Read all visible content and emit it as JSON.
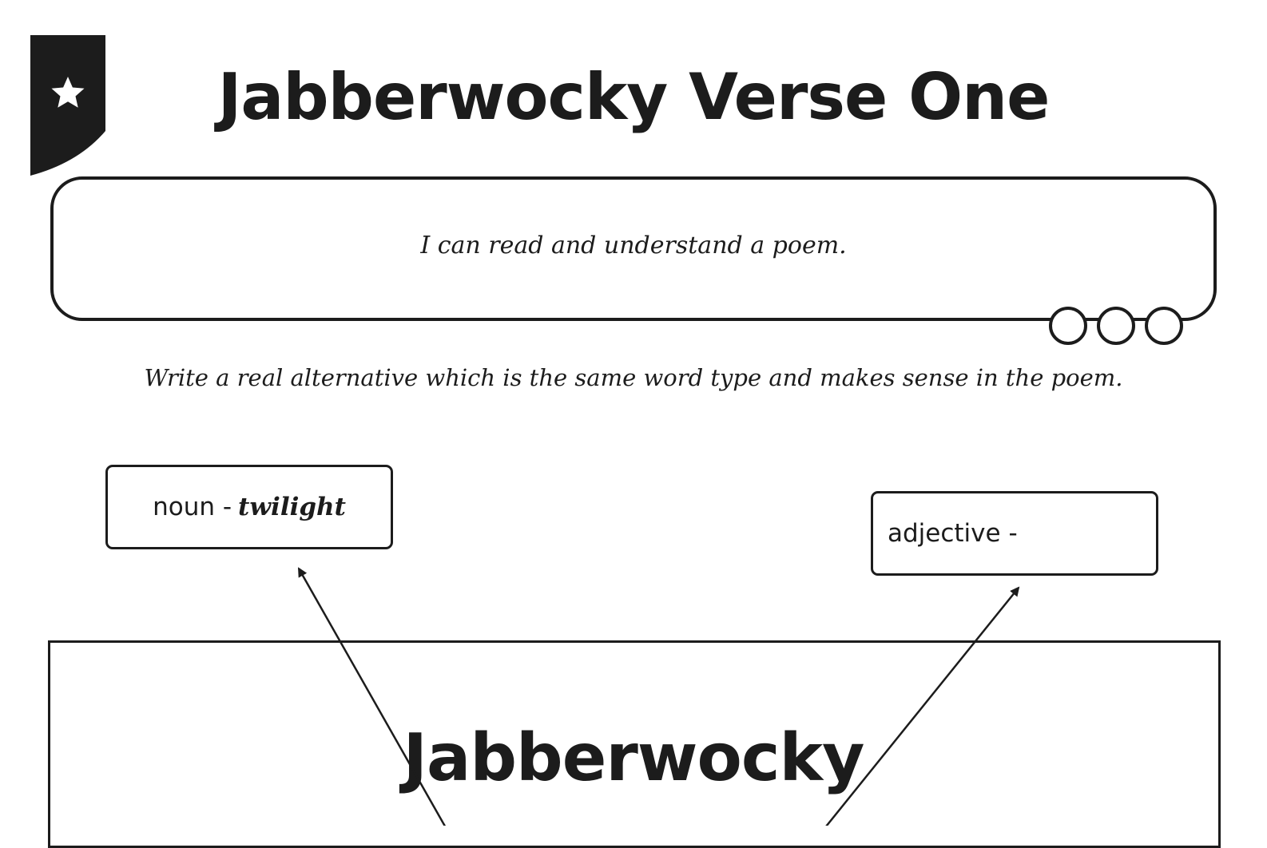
{
  "header": {
    "title": "Jabberwocky Verse One"
  },
  "objective": {
    "text": "I can read and understand a poem."
  },
  "instruction": {
    "text": "Write a real alternative which is the same word type and makes sense in the poem."
  },
  "word_boxes": [
    {
      "label": "noun -",
      "answer": "twilight"
    },
    {
      "label": "adjective -",
      "answer": ""
    }
  ],
  "poem": {
    "title": "Jabberwocky"
  },
  "icons": {
    "corner_badge": "star-icon",
    "objective_decoration": "three-circles-icon"
  },
  "colors": {
    "ink": "#1c1c1c",
    "background": "#ffffff"
  }
}
